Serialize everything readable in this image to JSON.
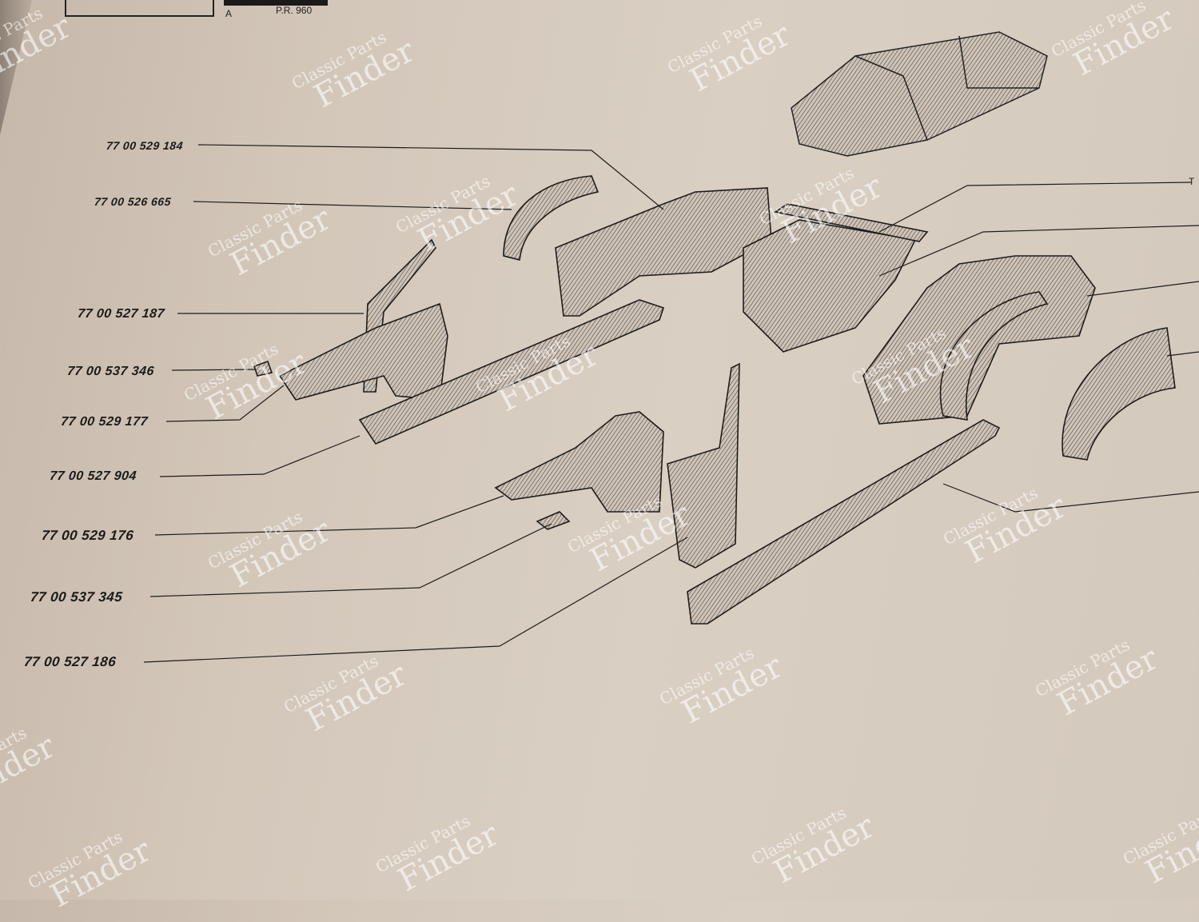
{
  "header": {
    "corner_letter": "A",
    "page_ref": "P.R. 960"
  },
  "callouts": [
    {
      "part_number": "77 00 529 184"
    },
    {
      "part_number": "77 00 526 665"
    },
    {
      "part_number": "77 00 527 187"
    },
    {
      "part_number": "77 00 537 346"
    },
    {
      "part_number": "77 00 529 177"
    },
    {
      "part_number": "77 00 527 904"
    },
    {
      "part_number": "77 00 529 176"
    },
    {
      "part_number": "77 00 537 345"
    },
    {
      "part_number": "77 00 527 186"
    }
  ],
  "right_edge_fragment": "T",
  "watermark": {
    "line1": "Classic Parts",
    "line2": "Finder"
  }
}
